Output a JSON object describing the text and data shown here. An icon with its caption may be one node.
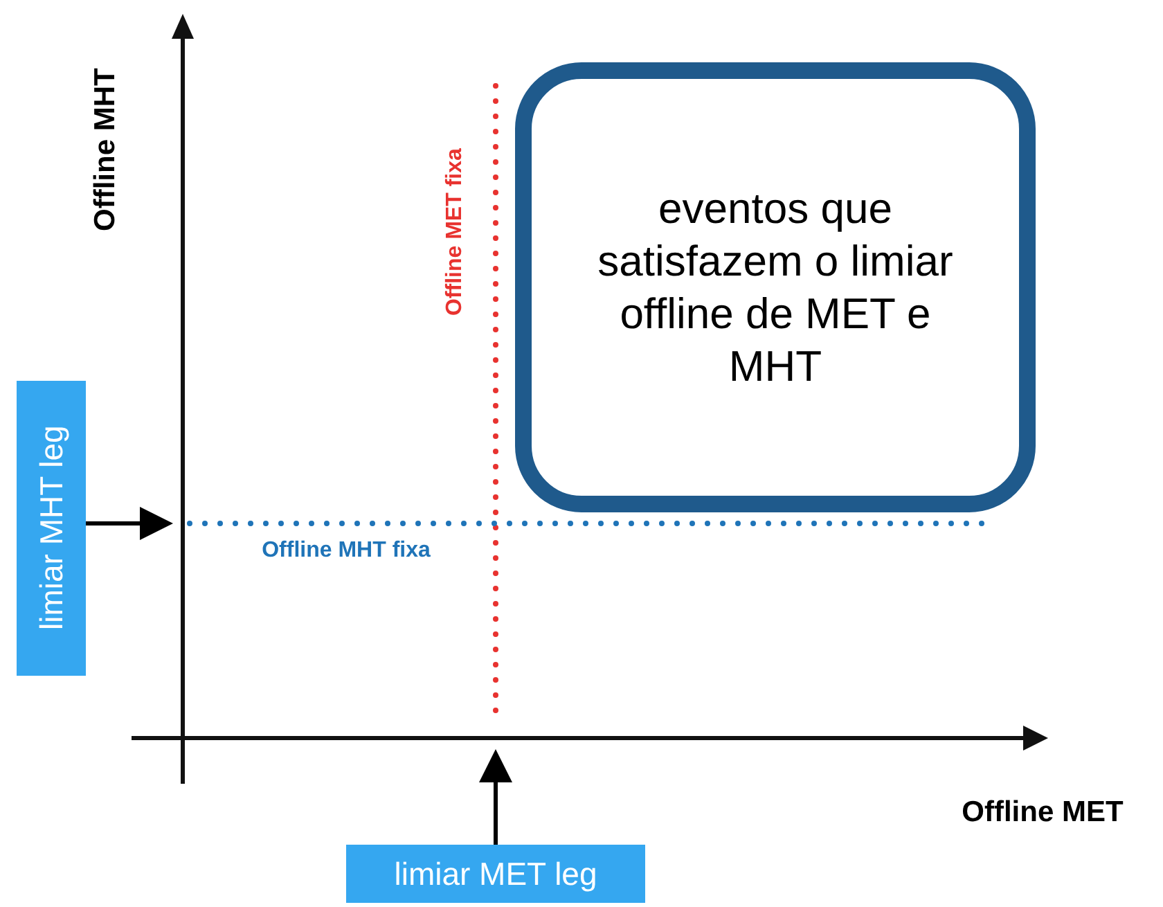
{
  "diagram": {
    "nodes": [
      {
        "text": [
          "eventos que satisfazem o limiar offline de MET e MHT"
        ]
      },
      {
        "text": [
          "limiar MHT leg"
        ]
      },
      {
        "text": [
          "limiar MET leg"
        ]
      },
      {
        "text": [],
        "shape": "line"
      },
      {
        "text": [],
        "shape": "line"
      }
    ],
    "edges": [
      {
        "from": 1,
        "to": 3,
        "arrow": "to"
      },
      {
        "from": 2,
        "to": 4,
        "arrow": "to"
      }
    ],
    "labels": [
      "Offline MHT",
      "Offline MET fixa",
      "Offline MHT fixa",
      "Offline MET"
    ]
  }
}
